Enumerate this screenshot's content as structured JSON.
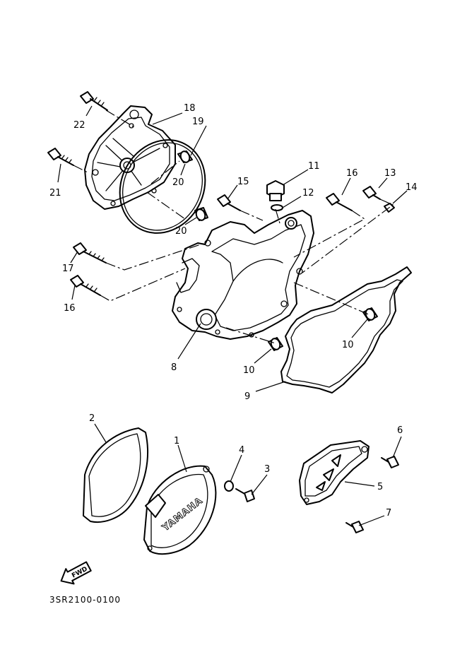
{
  "diagram_code": "3SR2100-0100",
  "forward_label": "FWD",
  "brand_text": "YAMAHA",
  "callouts": {
    "p1": "1",
    "p2": "2",
    "p3": "3",
    "p4": "4",
    "p5": "5",
    "p6": "6",
    "p7": "7",
    "p8": "8",
    "p9": "9",
    "p10a": "10",
    "p10b": "10",
    "p11": "11",
    "p12": "12",
    "p13": "13",
    "p14": "14",
    "p15": "15",
    "p16a": "16",
    "p16b": "16",
    "p17": "17",
    "p18": "18",
    "p19": "19",
    "p20a": "20",
    "p20b": "20",
    "p21": "21",
    "p22": "22"
  }
}
